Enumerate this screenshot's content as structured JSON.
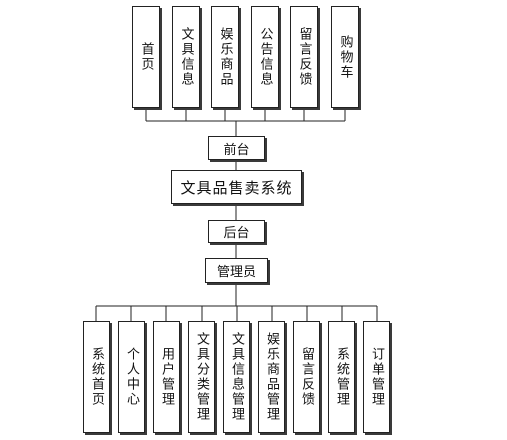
{
  "diagram": {
    "root": "文具品售卖系统",
    "frontend": {
      "label": "前台",
      "modules": [
        "首页",
        "文具信息",
        "娱乐商品",
        "公告信息",
        "留言反馈",
        "购物车"
      ]
    },
    "backend": {
      "label": "后台",
      "role": "管理员",
      "modules": [
        "系统首页",
        "个人中心",
        "用户管理",
        "文具分类管理",
        "文具信息管理",
        "娱乐商品管理",
        "留言反馈",
        "系统管理",
        "订单管理"
      ]
    }
  }
}
